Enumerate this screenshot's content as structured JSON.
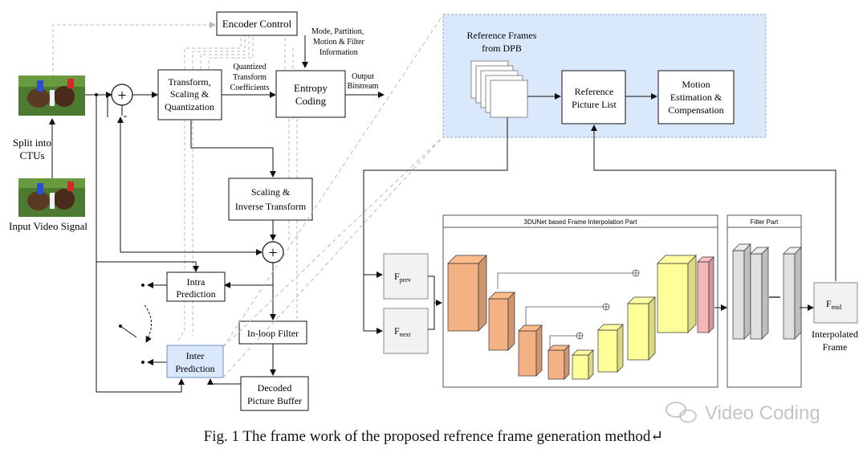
{
  "encoder": {
    "encoder_control": "Encoder Control",
    "mode_info": [
      "Mode, Partition,",
      "Motion & Filter",
      "Information"
    ],
    "transform": [
      "Transform,",
      "Scaling &",
      "Quantization"
    ],
    "quantized": [
      "Quantized",
      "Transform",
      "Coefficients"
    ],
    "entropy": [
      "Entropy",
      "Coding"
    ],
    "output": [
      "Output",
      "Bitstream"
    ],
    "split": [
      "Split into",
      "CTUs"
    ],
    "input_label": "Input Video Signal",
    "scaling_inverse": [
      "Scaling &",
      "Inverse Transform"
    ],
    "intra": [
      "Intra",
      "Prediction"
    ],
    "inter": [
      "Inter",
      "Prediction"
    ],
    "inloop": "In-loop Filter",
    "dpb": [
      "Decoded",
      "Picture Buffer"
    ],
    "minus": "-",
    "plus": "+"
  },
  "reference": {
    "frames_label": [
      "Reference Frames",
      "from DPB"
    ],
    "ref_list": [
      "Reference",
      "Picture List"
    ],
    "motion": [
      "Motion",
      "Estimation &",
      "Compensation"
    ]
  },
  "network": {
    "interp_title": "3DUNet based Frame Interpolation Part",
    "filter_title": "Filter Part",
    "f_prev": "F",
    "f_prev_sub": "prev",
    "f_next": "F",
    "f_next_sub": "next",
    "f_mid": "F",
    "f_mid_sub": "mid",
    "interp_frame": [
      "Interpolated",
      "Frame"
    ]
  },
  "watermark": "Video Coding",
  "caption": "Fig. 1 The frame work of the proposed refrence frame generation method↵",
  "colors": {
    "orange": "#f4b183",
    "yellow": "#ffff99",
    "pink": "#f4b6b6",
    "blue_region": "#dae8fc",
    "inter_box": "#dae8fc"
  }
}
